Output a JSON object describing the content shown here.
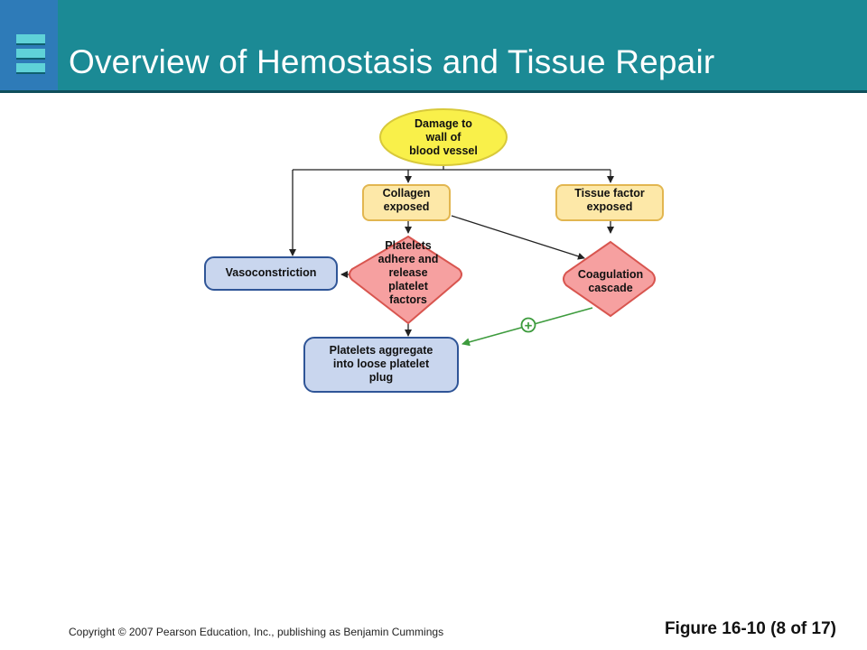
{
  "title": "Overview of Hemostasis and Tissue Repair",
  "nodes": {
    "damage": "Damage to\nwall of\nblood vessel",
    "collagen": "Collagen\nexposed",
    "tissue_factor": "Tissue factor\nexposed",
    "vasoconstriction": "Vasoconstriction",
    "platelets_adhere": "Platelets\nadhere and\nrelease\nplatelet\nfactors",
    "coagulation": "Coagulation\ncascade",
    "platelets_aggregate": "Platelets aggregate\ninto loose platelet\nplug"
  },
  "plus_symbol": "+",
  "colors": {
    "header": "#1b8a95",
    "yellow_oval": "#f9f04a",
    "orange_box": "#fde8a8",
    "red_diamond": "#f6a0a0",
    "blue_box": "#c9d6ee",
    "green_arrow": "#3d9b3d"
  },
  "footer": {
    "copyright": "Copyright © 2007 Pearson Education, Inc., publishing as Benjamin Cummings",
    "figure": "Figure 16-10 (8 of 17)"
  }
}
